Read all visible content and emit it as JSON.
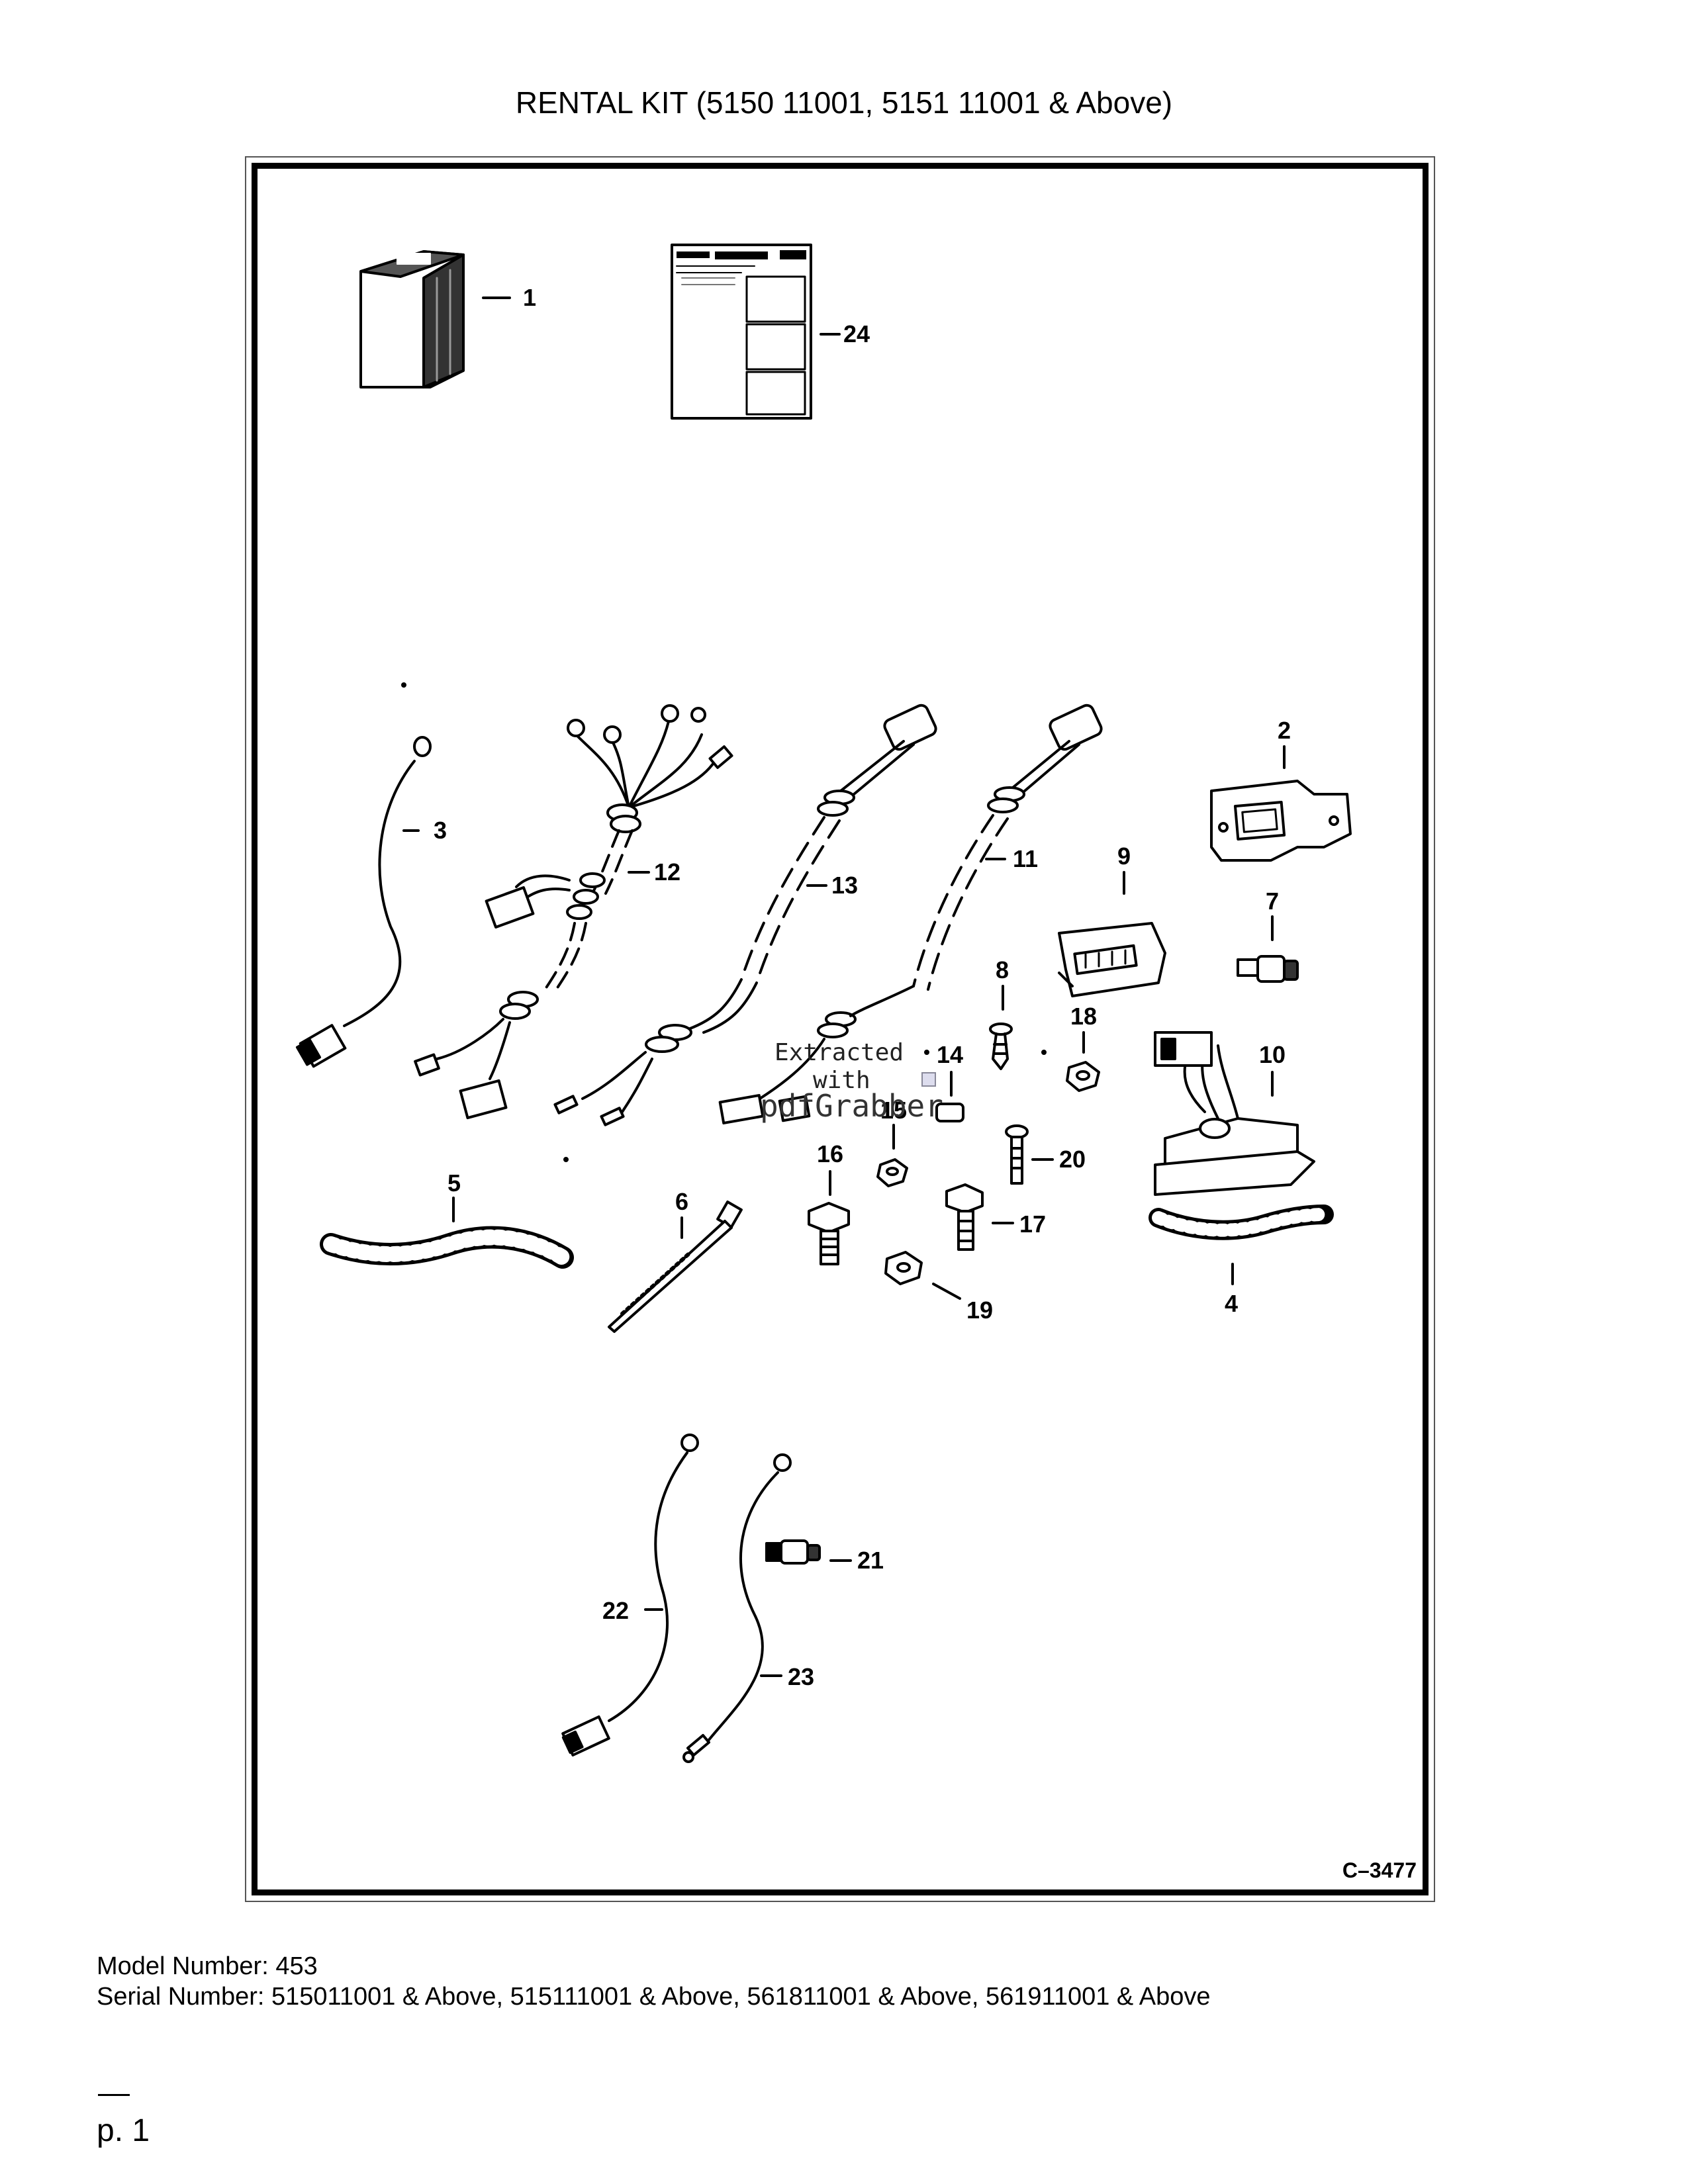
{
  "title": "RENTAL KIT (5150 11001, 5151 11001 & Above)",
  "drawing_code": "C–3477",
  "callouts": [
    "1",
    "2",
    "3",
    "4",
    "5",
    "6",
    "7",
    "8",
    "9",
    "10",
    "11",
    "12",
    "13",
    "14",
    "15",
    "16",
    "17",
    "18",
    "19",
    "20",
    "21",
    "22",
    "23",
    "24"
  ],
  "watermark": {
    "line1": "Extracted",
    "line2": "with",
    "brand": "pdfGrabber"
  },
  "footer": {
    "model": "Model Number: 453",
    "serial": "Serial Number: 515011001 & Above, 515111001 & Above, 561811001 & Above, 561911001 & Above",
    "page": "p. 1"
  }
}
